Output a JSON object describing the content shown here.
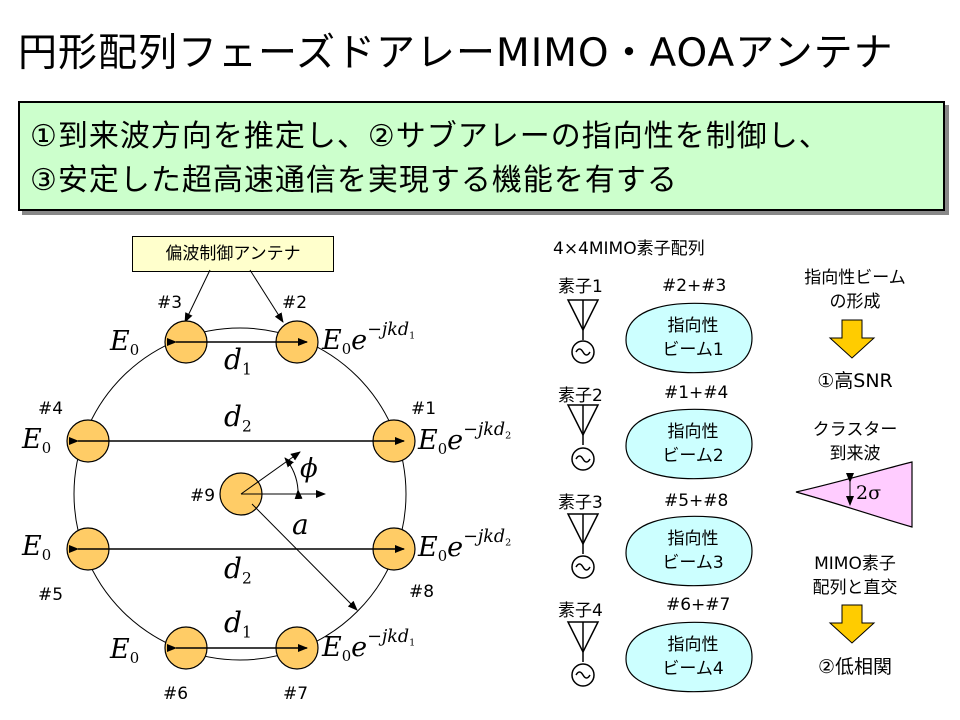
{
  "title": "円形配列フェーズドアレーMIMO・AOAアンテナ",
  "banner": {
    "line1": "①到来波方向を推定し、②サブアレーの指向性を制御し、",
    "line2": "③安定した超高速通信を実現する機能を有する"
  },
  "polarization_label": "偏波制御アンテナ",
  "elements": {
    "e1": "#1",
    "e2": "#2",
    "e3": "#3",
    "e4": "#4",
    "e5": "#5",
    "e6": "#6",
    "e7": "#7",
    "e8": "#8",
    "e9": "#9"
  },
  "math": {
    "E": "E",
    "zero": "0",
    "e": "e",
    "exp_prefix": "−jkd",
    "d": "d",
    "one": "1",
    "two": "2",
    "phi": "ϕ",
    "a": "a",
    "two_sigma": "2σ"
  },
  "mimo": {
    "heading": "4×4MIMO素子配列",
    "rows": [
      {
        "element": "素子1",
        "pair": "#2+#3",
        "beam_line1": "指向性",
        "beam_line2": "ビーム1"
      },
      {
        "element": "素子2",
        "pair": "#1+#4",
        "beam_line1": "指向性",
        "beam_line2": "ビーム2"
      },
      {
        "element": "素子3",
        "pair": "#5+#8",
        "beam_line1": "指向性",
        "beam_line2": "ビーム3"
      },
      {
        "element": "素子4",
        "pair": "#6+#7",
        "beam_line1": "指向性",
        "beam_line2": "ビーム4"
      }
    ]
  },
  "right": {
    "beam_form_line1": "指向性ビーム",
    "beam_form_line2": "の形成",
    "result1": "①高SNR",
    "cluster_line1": "クラスター",
    "cluster_line2": "到来波",
    "mimo_line1": "MIMO素子",
    "mimo_line2": "配列と直交",
    "result2": "②低相関"
  },
  "colors": {
    "banner_bg": "#ccffcc",
    "element_fill": "#ffcc66",
    "beam_fill": "#ccffff",
    "arrow_fill": "#ffcc00",
    "cluster_fill": "#ffccff",
    "label_bg": "#ffffcc"
  }
}
